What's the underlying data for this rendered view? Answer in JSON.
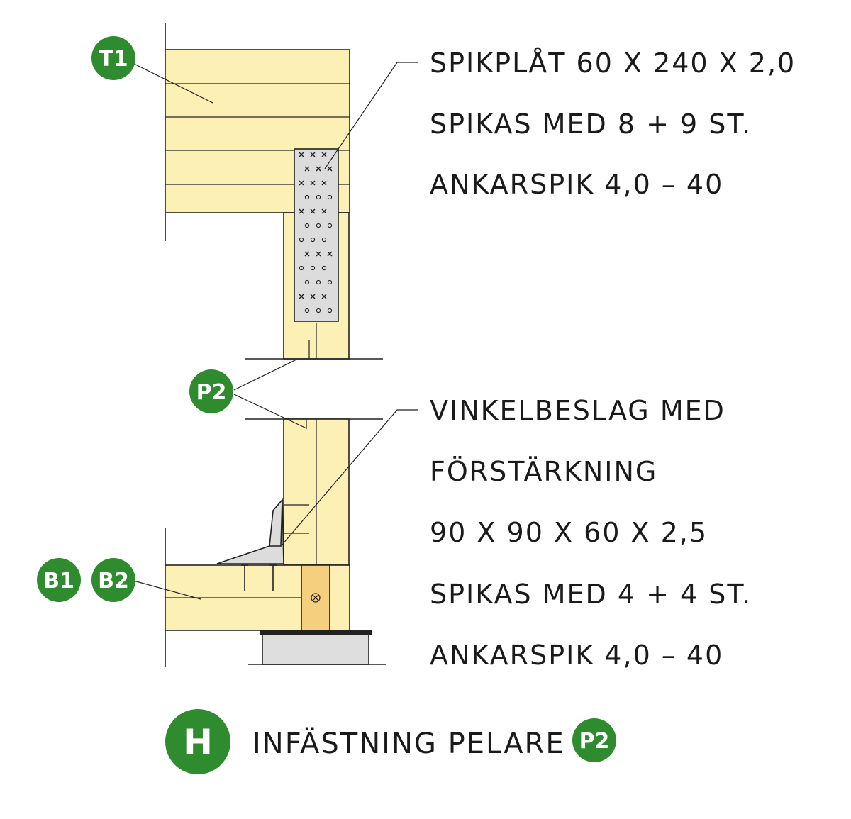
{
  "badges": {
    "t1": "T1",
    "p2": "P2",
    "b1": "B1",
    "b2": "B2",
    "h": "H",
    "p2_caption": "P2"
  },
  "labels": {
    "nail_plate": [
      "SPIKPLÅT 60 X 240 X 2,0",
      "SPIKAS MED 8 + 9 ST.",
      "ANKARSPIK 4,0 – 40"
    ],
    "angle_bracket": [
      "VINKELBESLAG MED",
      "FÖRSTÄRKNING",
      "90 X 90 X 60 X 2,5",
      "SPIKAS MED 4 + 4 ST.",
      "ANKARSPIK 4,0 – 40"
    ]
  },
  "caption": {
    "text": "INFÄSTNING PELARE"
  },
  "colors": {
    "badge": "#2e8b2e",
    "wood": "#fdf0b4",
    "wood_section": "#f5cf7e",
    "metal": "#dcdcdc"
  }
}
